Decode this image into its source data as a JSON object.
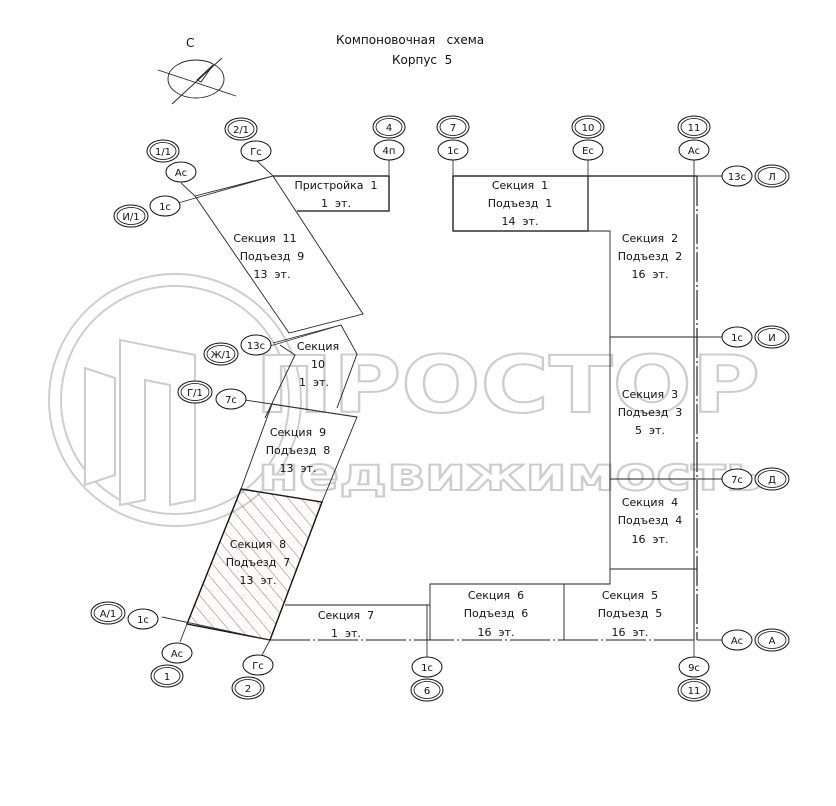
{
  "header": {
    "title": "Компоновочная   схема",
    "subtitle": "Корпус  5",
    "north_label": "С"
  },
  "watermark": {
    "line1": "ПРОСТОР",
    "line2": "недвижимость",
    "color": "#c8c8c8"
  },
  "colors": {
    "line": "#111111",
    "hatch": "#b03030",
    "background": "#ffffff"
  },
  "annex": {
    "name": "Пристройка  1",
    "floors": "1  эт."
  },
  "sections": [
    {
      "id": "s1",
      "section": "Секция  1",
      "entrance": "Подъезд  1",
      "floors": "14  эт."
    },
    {
      "id": "s2",
      "section": "Секция  2",
      "entrance": "Подъезд  2",
      "floors": "16  эт."
    },
    {
      "id": "s3",
      "section": "Секция  3",
      "entrance": "Подъезд  3",
      "floors": "5  эт."
    },
    {
      "id": "s4",
      "section": "Секция  4",
      "entrance": "Подъезд  4",
      "floors": "16  эт."
    },
    {
      "id": "s5",
      "section": "Секция  5",
      "entrance": "Подъезд  5",
      "floors": "16  эт."
    },
    {
      "id": "s6",
      "section": "Секция  6",
      "entrance": "Подъезд  6",
      "floors": "16  эт."
    },
    {
      "id": "s7",
      "section": "Секция  7",
      "entrance": "",
      "floors": "1  эт."
    },
    {
      "id": "s8",
      "section": "Секция  8",
      "entrance": "Подъезд  7",
      "floors": "13  эт.",
      "highlighted": true
    },
    {
      "id": "s9",
      "section": "Секция  9",
      "entrance": "Подъезд  8",
      "floors": "13  эт."
    },
    {
      "id": "s10",
      "section": "Секция",
      "entrance": "10",
      "floors": "1  эт."
    },
    {
      "id": "s11",
      "section": "Секция  11",
      "entrance": "Подъезд  9",
      "floors": "13  эт."
    }
  ],
  "axes": {
    "top": [
      {
        "outer": "1/1",
        "inner": "Ас"
      },
      {
        "outer": "2/1",
        "inner": "Гс"
      },
      {
        "outer": "4",
        "inner": "4п"
      },
      {
        "outer": "7",
        "inner": "1с"
      },
      {
        "outer": "10",
        "inner": "Ес"
      },
      {
        "outer": "11",
        "inner": "Ас"
      }
    ],
    "right": [
      {
        "inner": "13с",
        "outer": "Л"
      },
      {
        "inner": "1с",
        "outer": "И"
      },
      {
        "inner": "7с",
        "outer": "Д"
      },
      {
        "inner": "Ас",
        "outer": "А"
      }
    ],
    "left": [
      {
        "outer": "И/1",
        "inner": "1с"
      },
      {
        "outer": "Ж/1",
        "inner": "13с"
      },
      {
        "outer": "Г/1",
        "inner": "7с"
      },
      {
        "outer": "А/1",
        "inner": "1с"
      }
    ],
    "bottom": [
      {
        "inner": "Ас",
        "outer": "1"
      },
      {
        "inner": "Гс",
        "outer": "2"
      },
      {
        "inner": "1с",
        "outer": "6"
      },
      {
        "inner": "9с",
        "outer": "11"
      }
    ]
  }
}
